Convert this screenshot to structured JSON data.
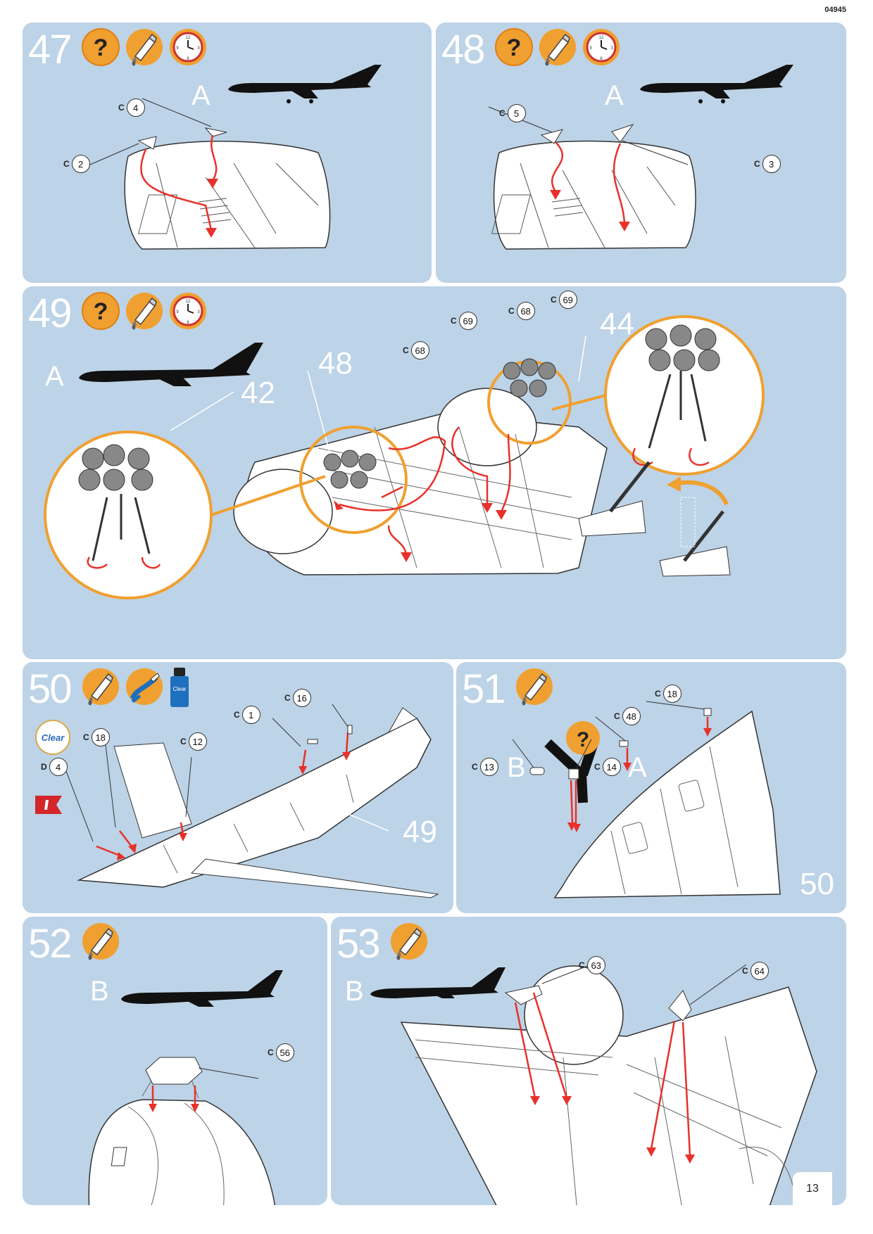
{
  "document": {
    "number": "04945",
    "page": "13"
  },
  "colors": {
    "panel": "#bdd3e7",
    "arrow": "#e8312a",
    "callout": "#f0a030",
    "white": "#ffffff"
  },
  "steps": {
    "s47": {
      "number": "47",
      "label_a": "A",
      "callouts": {
        "c4": {
          "prefix": "C",
          "part": "4"
        },
        "c2": {
          "prefix": "C",
          "part": "2"
        }
      }
    },
    "s48": {
      "number": "48",
      "label_a": "A",
      "callouts": {
        "c5": {
          "prefix": "C",
          "part": "5"
        },
        "c3": {
          "prefix": "C",
          "part": "3"
        }
      }
    },
    "s49": {
      "number": "49",
      "label_a": "A",
      "refs": {
        "r48": "48",
        "r42": "42",
        "r44": "44"
      },
      "callouts": {
        "c68a": {
          "prefix": "C",
          "part": "68"
        },
        "c69a": {
          "prefix": "C",
          "part": "69"
        },
        "c68b": {
          "prefix": "C",
          "part": "68"
        },
        "c69b": {
          "prefix": "C",
          "part": "69"
        }
      }
    },
    "s50": {
      "number": "50",
      "ref49": "49",
      "clear": "Clear",
      "bottle": "Clear",
      "callouts": {
        "c16": {
          "prefix": "C",
          "part": "16"
        },
        "c1": {
          "prefix": "C",
          "part": "1"
        },
        "c18": {
          "prefix": "C",
          "part": "18"
        },
        "c12": {
          "prefix": "C",
          "part": "12"
        },
        "d4": {
          "prefix": "D",
          "part": "4"
        }
      }
    },
    "s51": {
      "number": "51",
      "label_b": "B",
      "label_a": "A",
      "ref50": "50",
      "callouts": {
        "c18": {
          "prefix": "C",
          "part": "18"
        },
        "c48": {
          "prefix": "C",
          "part": "48"
        },
        "c13": {
          "prefix": "C",
          "part": "13"
        },
        "c14": {
          "prefix": "C",
          "part": "14"
        }
      }
    },
    "s52": {
      "number": "52",
      "label_b": "B",
      "callouts": {
        "c56": {
          "prefix": "C",
          "part": "56"
        }
      }
    },
    "s53": {
      "number": "53",
      "label_b": "B",
      "callouts": {
        "c63": {
          "prefix": "C",
          "part": "63"
        },
        "c64": {
          "prefix": "C",
          "part": "64"
        }
      }
    }
  },
  "icons": {
    "question": "question-icon",
    "glue": "glue-icon",
    "clock": "clock-icon",
    "brush": "paint-brush-icon",
    "decal": "decal-flag-icon"
  }
}
